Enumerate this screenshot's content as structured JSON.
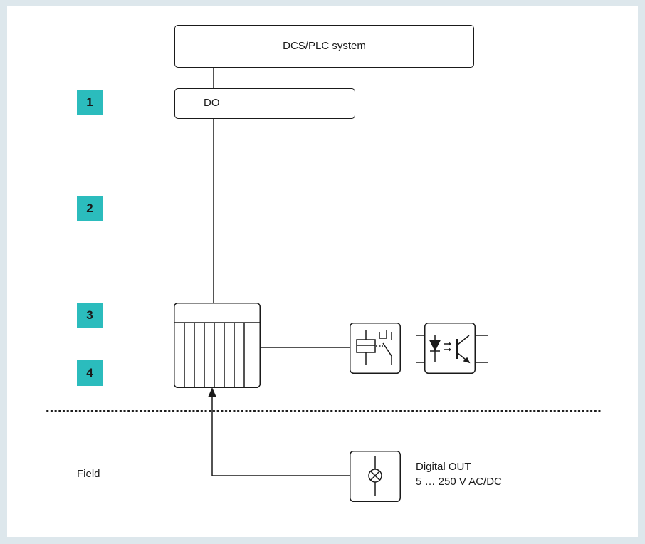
{
  "system_box": {
    "label": "DCS/PLC system"
  },
  "do_box": {
    "label": "DO"
  },
  "levels": [
    "1",
    "2",
    "3",
    "4"
  ],
  "field_label": "Field",
  "field_device": {
    "line1": "Digital OUT",
    "line2": "5 … 250 V AC/DC",
    "icon": "lamp-icon"
  },
  "isolator_icons": [
    "relay-icon",
    "optocoupler-icon"
  ],
  "colors": {
    "badge": "#2bbcbd",
    "background": "#dde7ec",
    "line": "#1a1a1a"
  }
}
